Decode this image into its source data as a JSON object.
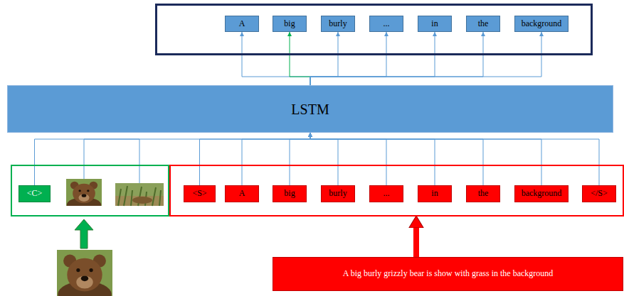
{
  "diagram": {
    "nodes": [
      {
        "text": []
      },
      {
        "text": [
          "A"
        ],
        "in": 0
      },
      {
        "text": [
          "big"
        ],
        "in": 0
      },
      {
        "text": [
          "burly"
        ],
        "in": 0
      },
      {
        "text": [
          "..."
        ],
        "in": 0
      },
      {
        "text": [
          "in"
        ],
        "in": 0
      },
      {
        "text": [
          "the"
        ],
        "in": 0
      },
      {
        "text": [
          "background"
        ],
        "in": 0
      },
      {
        "text": [
          "LSTM"
        ]
      },
      {
        "text": []
      },
      {
        "text": [
          "<C>"
        ],
        "in": 9
      },
      {
        "text": []
      },
      {
        "text": [
          "<S>"
        ],
        "in": 11
      },
      {
        "text": [
          "A"
        ],
        "in": 11
      },
      {
        "text": [
          "big"
        ],
        "in": 11
      },
      {
        "text": [
          "burly"
        ],
        "in": 11
      },
      {
        "text": [
          "..."
        ],
        "in": 11
      },
      {
        "text": [
          "in"
        ],
        "in": 11
      },
      {
        "text": [
          "the"
        ],
        "in": 11
      },
      {
        "text": [
          "background"
        ],
        "in": 11
      },
      {
        "text": [
          "</S>"
        ],
        "in": 11
      },
      {
        "text": [
          "A big burly grizzly bear is show with grass in the background"
        ]
      }
    ],
    "edges": [
      {
        "from": 10,
        "to": 8,
        "arrow": "to"
      },
      {
        "from": 12,
        "to": 8,
        "arrow": "to"
      },
      {
        "from": 13,
        "to": 8,
        "arrow": "to"
      },
      {
        "from": 14,
        "to": 8,
        "arrow": "to"
      },
      {
        "from": 15,
        "to": 8,
        "arrow": "to"
      },
      {
        "from": 16,
        "to": 8,
        "arrow": "to"
      },
      {
        "from": 17,
        "to": 8,
        "arrow": "to"
      },
      {
        "from": 18,
        "to": 8,
        "arrow": "to"
      },
      {
        "from": 19,
        "to": 8,
        "arrow": "to"
      },
      {
        "from": 20,
        "to": 8,
        "arrow": "to"
      },
      {
        "from": 8,
        "to": 1,
        "arrow": "to"
      },
      {
        "from": 8,
        "to": 2,
        "arrow": "to"
      },
      {
        "from": 8,
        "to": 3,
        "arrow": "to"
      },
      {
        "from": 8,
        "to": 4,
        "arrow": "to"
      },
      {
        "from": 8,
        "to": 5,
        "arrow": "to"
      },
      {
        "from": 8,
        "to": 6,
        "arrow": "to"
      },
      {
        "from": 8,
        "to": 7,
        "arrow": "to"
      },
      {
        "from": 21,
        "to": 11,
        "arrow": "to"
      }
    ]
  }
}
